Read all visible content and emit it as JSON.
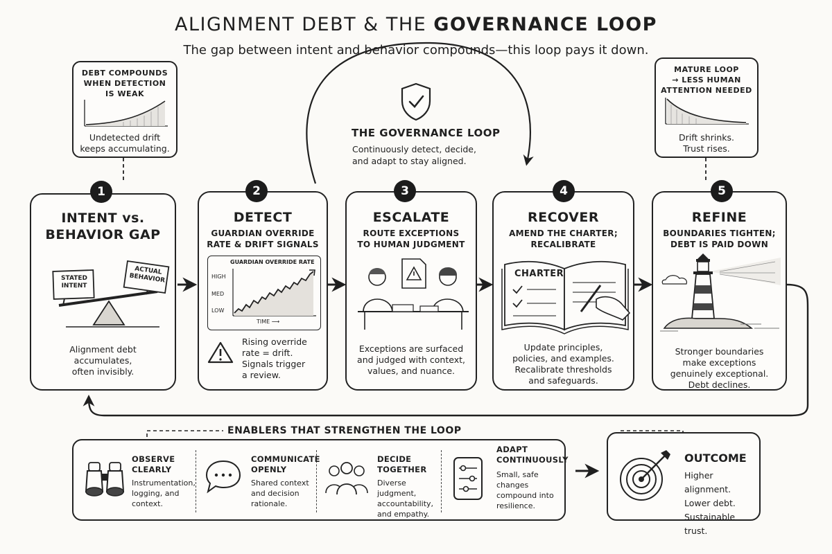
{
  "header": {
    "title_plain": "ALIGNMENT DEBT & THE ",
    "title_bold": "GOVERNANCE LOOP",
    "subtitle": "The gap between intent and behavior compounds—this loop pays it down."
  },
  "callout_left": {
    "title_lines": [
      "DEBT COMPOUNDS",
      "WHEN DETECTION",
      "IS WEAK"
    ],
    "desc_lines": [
      "Undetected drift",
      "keeps accumulating."
    ]
  },
  "callout_right": {
    "title_lines": [
      "MATURE LOOP",
      "→ LESS HUMAN",
      "ATTENTION NEEDED"
    ],
    "desc_lines": [
      "Drift shrinks.",
      "Trust rises."
    ]
  },
  "loop": {
    "title": "THE GOVERNANCE LOOP",
    "desc_lines": [
      "Continuously detect, decide,",
      "and adapt to stay aligned."
    ]
  },
  "stages": [
    {
      "number": "1",
      "title_lines": [
        "INTENT vs.",
        "BEHAVIOR GAP"
      ],
      "sub_lines": [],
      "desc_lines": [
        "Alignment debt",
        "accumulates,",
        "often invisibly."
      ],
      "labels": {
        "stated_lines": [
          "STATED",
          "INTENT"
        ],
        "actual_lines": [
          "ACTUAL",
          "BEHAVIOR"
        ]
      }
    },
    {
      "number": "2",
      "title_lines": [
        "DETECT"
      ],
      "sub_lines": [
        "GUARDIAN OVERRIDE",
        "RATE & DRIFT SIGNALS"
      ],
      "desc_lines": [
        "Rising override",
        "rate = drift.",
        "Signals trigger",
        "a review."
      ],
      "chart": {
        "title": "GUARDIAN OVERRIDE RATE",
        "y_labels": [
          "HIGH",
          "MED",
          "LOW"
        ],
        "x_label": "TIME ⟶"
      }
    },
    {
      "number": "3",
      "title_lines": [
        "ESCALATE"
      ],
      "sub_lines": [
        "ROUTE EXCEPTIONS",
        "TO HUMAN JUDGMENT"
      ],
      "desc_lines": [
        "Exceptions are surfaced",
        "and judged with context,",
        "values, and nuance."
      ]
    },
    {
      "number": "4",
      "title_lines": [
        "RECOVER"
      ],
      "sub_lines": [
        "AMEND THE CHARTER;",
        "RECALIBRATE"
      ],
      "desc_lines": [
        "Update principles,",
        "policies, and examples.",
        "Recalibrate thresholds",
        "and safeguards."
      ],
      "book_label": "CHARTER"
    },
    {
      "number": "5",
      "title_lines": [
        "REFINE"
      ],
      "sub_lines": [
        "BOUNDARIES TIGHTEN;",
        "DEBT IS PAID DOWN"
      ],
      "desc_lines": [
        "Stronger boundaries",
        "make exceptions",
        "genuinely exceptional.",
        "Debt declines."
      ]
    }
  ],
  "enablers": {
    "header": "ENABLERS THAT STRENGTHEN THE LOOP",
    "items": [
      {
        "title_lines": [
          "OBSERVE",
          "CLEARLY"
        ],
        "desc_lines": [
          "Instrumentation,",
          "logging, and",
          "context."
        ],
        "icon": "binoculars-icon"
      },
      {
        "title_lines": [
          "COMMUNICATE",
          "OPENLY"
        ],
        "desc_lines": [
          "Shared context",
          "and decision",
          "rationale."
        ],
        "icon": "speech-bubble-icon"
      },
      {
        "title_lines": [
          "DECIDE",
          "TOGETHER"
        ],
        "desc_lines": [
          "Diverse judgment,",
          "accountability,",
          "and empathy."
        ],
        "icon": "people-group-icon"
      },
      {
        "title_lines": [
          "ADAPT",
          "CONTINUOUSLY"
        ],
        "desc_lines": [
          "Small, safe changes",
          "compound into",
          "resilience."
        ],
        "icon": "sliders-icon"
      }
    ]
  },
  "outcome": {
    "title": "OUTCOME",
    "lines": [
      "Higher alignment.",
      "Lower debt.",
      "Sustainable trust."
    ],
    "icon": "target-icon"
  }
}
